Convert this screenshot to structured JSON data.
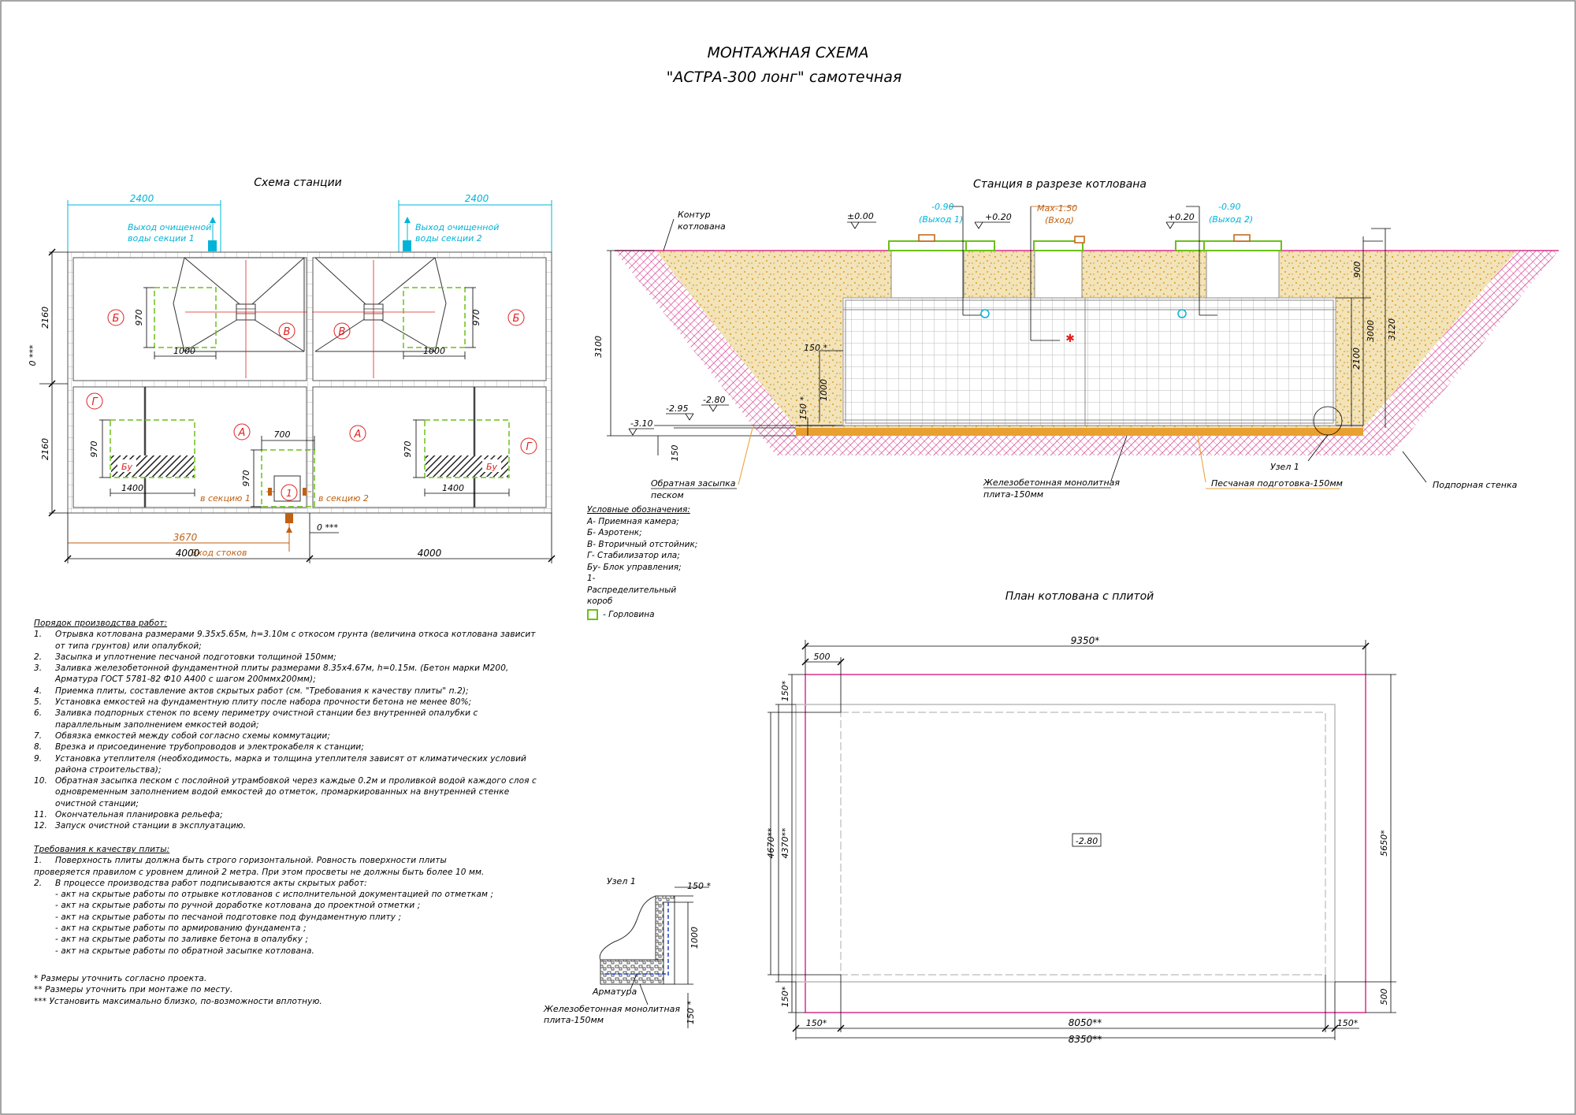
{
  "title": {
    "line1": "МОНТАЖНАЯ СХЕМА",
    "line2": "\"АСТРА-300 лонг\" самотечная"
  },
  "station_scheme": {
    "heading": "Схема станции",
    "dims": {
      "top_left": "2400",
      "top_right": "2400",
      "left_upper": "2160",
      "left_lower": "2160",
      "zero_left": "0 ***",
      "zero_bottom": "0 ***",
      "inlet_dim": "3670",
      "bottom_left": "4000",
      "bottom_right": "4000",
      "neck_970_b_left": "970",
      "neck_970_b_right": "970",
      "neck_1000_left": "1000",
      "neck_1000_right": "1000",
      "neck_970_g_left": "970",
      "neck_970_g_right": "970",
      "neck_1400_left": "1400",
      "neck_1400_right": "1400",
      "box_700": "700",
      "box_970": "970"
    },
    "outlets": {
      "left_line1": "Выход очищенной",
      "left_line2": "воды секции 1",
      "right_line1": "Выход очищенной",
      "right_line2": "воды секции 2"
    },
    "inlet_label": "Вход стоков",
    "to_section_1": "в секцию 1",
    "to_section_2": "в секцию 2",
    "distribution_box_mark": "1",
    "zones": {
      "b_left": "Б",
      "v_left": "В",
      "v_right": "В",
      "b_right": "Б",
      "g_left": "Г",
      "a_left": "А",
      "a_right": "А",
      "g_right": "Г",
      "bu_left": "Бу",
      "bu_right": "Бу"
    }
  },
  "section": {
    "heading": "Станция в разрезе котлована",
    "pit_contour": {
      "line1": "Контур",
      "line2": "котлована"
    },
    "elev_zero": "±0.00",
    "out1": {
      "value": "-0.90",
      "label": "(Выход 1)"
    },
    "out2": {
      "value": "-0.90",
      "label": "(Выход 2)"
    },
    "inlet": {
      "value": "Max-1.50",
      "label": "(Вход)"
    },
    "plus_left": "+0.20",
    "plus_right": "+0.20",
    "dims": {
      "d3100": "3100",
      "d900": "900",
      "d3000": "3000",
      "d3120": "3120",
      "d2100": "2100",
      "d150_star": "150 *",
      "d1000": "1000",
      "d150_star_v": "150 *",
      "d150": "150"
    },
    "elevs": {
      "e310": "-3.10",
      "e295": "-2.95",
      "e280": "-2.80"
    },
    "backfill": {
      "line1": "Обратная засыпка",
      "line2": "песком"
    },
    "slab": {
      "line1": "Железобетонная монолитная",
      "line2": "плита-150мм"
    },
    "node": "Узел 1",
    "sand_bed": "Песчаная подготовка-150мм",
    "retaining_wall": "Подпорная стенка"
  },
  "legend": {
    "heading": "Условные обозначения:",
    "items": [
      "А- Приемная камера;",
      "Б- Аэротенк;",
      "В- Вторичный отстойник;",
      "Г- Стабилизатор ила;",
      "Бу- Блок управления;",
      "1- Распределительный короб"
    ],
    "neck": "- Горловина",
    "neck_color": "#6cc018"
  },
  "works": {
    "heading": "Порядок производства работ:",
    "items": [
      {
        "n": "1.",
        "t": "Отрывка котлована размерами 9.35х5.65м, h=3.10м с откосом грунта (величина откоса котлована зависит от типа грунтов) или опалубкой;"
      },
      {
        "n": "2.",
        "t": "Засыпка и уплотнение песчаной подготовки толщиной 150мм;"
      },
      {
        "n": "3.",
        "t": "Заливка железобетонной фундаментной плиты размерами 8.35х4.67м, h=0.15м. (Бетон марки М200, Арматура ГОСТ 5781-82 Ф10 А400 с шагом 200ммх200мм);"
      },
      {
        "n": "4.",
        "t": "Приемка плиты, составление актов скрытых работ (см. \"Требования к качеству плиты\" п.2);"
      },
      {
        "n": "5.",
        "t": "Установка емкостей на фундаментную плиту после набора прочности бетона не менее 80%;"
      },
      {
        "n": "6.",
        "t": "Заливка подпорных стенок по всему периметру очистной станции без внутренней опалубки с параллельным заполнением емкостей водой;"
      },
      {
        "n": "7.",
        "t": "Обвязка емкостей между собой согласно схемы коммутации;"
      },
      {
        "n": "8.",
        "t": "Врезка и присоединение трубопроводов и электрокабеля к станции;"
      },
      {
        "n": "9.",
        "t": "Установка утеплителя (необходимость, марка и толщина утеплителя зависят от климатических условий района строительства);"
      },
      {
        "n": "10.",
        "t": "Обратная засыпка песком с послойной утрамбовкой через каждые 0.2м и проливкой водой каждого слоя с одновременным заполнением водой емкостей до отметок, промаркированных на внутренней стенке очистной станции;"
      },
      {
        "n": "11.",
        "t": "Окончательная планировка рельефа;"
      },
      {
        "n": "12.",
        "t": "Запуск очистной станции в эксплуатацию."
      }
    ]
  },
  "quality": {
    "heading": "Требования к качеству плиты:",
    "item1": {
      "n": "1.",
      "t": "Поверхность плиты должна быть строго горизонтальной. Ровность поверхности плиты"
    },
    "item1_cont": "проверяется правилом с уровнем длиной 2 метра. При этом просветы не должны быть     более 10 мм.",
    "item2": {
      "n": "2.",
      "t": "В процессе производства работ подписываются акты скрытых работ:"
    },
    "acts": [
      "- акт на скрытые работы по отрывке котлованов с исполнительной документацией по отметкам ;",
      "- акт на скрытые работы по ручной доработке котлована до проектной отметки ;",
      "- акт на скрытые работы по песчаной подготовке под фундаментную плиту ;",
      "- акт на скрытые работы по армированию фундамента ;",
      "- акт на скрытые работы по заливке бетона в опалубку ;",
      "- акт на скрытые работы по обратной засыпке котлована."
    ]
  },
  "footnotes": [
    "* Размеры уточнить согласно проекта.",
    "** Размеры уточнить при монтаже по месту.",
    "*** Установить максимально близко, по-возможности вплотную."
  ],
  "node_detail": {
    "title": "Узел 1",
    "d150_top": "150 *",
    "d1000": "1000",
    "d150_bottom": "150 *",
    "rebar": "Арматура",
    "slab_line1": "Железобетонная монолитная",
    "slab_line2": "плита-150мм"
  },
  "plan": {
    "heading": "План котлована с плитой",
    "d9350": "9350*",
    "d500_top": "500",
    "d150_left_top": "150*",
    "d4670": "4670**",
    "d4370": "4370**",
    "d5650": "5650*",
    "d150_left_bottom": "150*",
    "d500_right": "500",
    "d150_bottom_left": "150*",
    "d8050": "8050**",
    "d150_bottom_right": "150*",
    "d8350": "8350**",
    "center_mark": "-2.80"
  },
  "colors": {
    "cyan": "#00b4d8",
    "orange": "#c06010",
    "red": "#e02020",
    "magenta": "#d6308a",
    "neck_green": "#6cc018",
    "sand": "#f2e3b8",
    "sand_dot": "#e0a020"
  }
}
